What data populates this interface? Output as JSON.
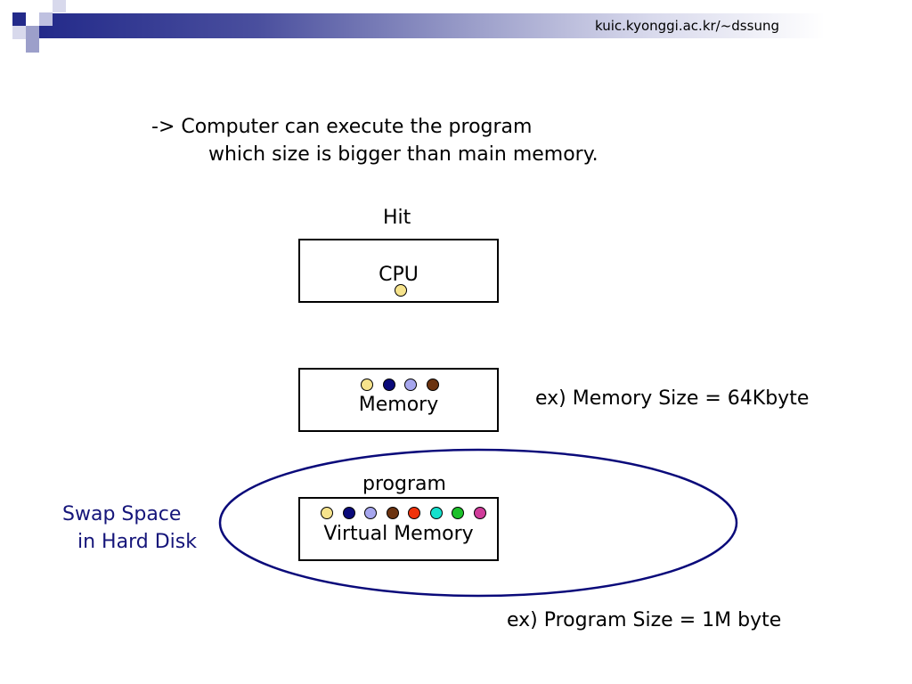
{
  "header": {
    "url": "kuic.kyonggi.ac.kr/~dssung"
  },
  "statement": {
    "line1": "-> Computer can execute the program",
    "line2": "which size is bigger than main memory."
  },
  "diagram": {
    "hit_label": "Hit",
    "cpu": {
      "label": "CPU",
      "dots": [
        "#f6e38c"
      ]
    },
    "memory": {
      "label": "Memory",
      "dots": [
        "#f6e38c",
        "#0a0a7a",
        "#a6a6ee",
        "#6b3310"
      ]
    },
    "program_label": "program",
    "virtual_memory": {
      "label": "Virtual Memory",
      "dots": [
        "#f6e38c",
        "#0a0a7a",
        "#a6a6ee",
        "#6b3310",
        "#f0320a",
        "#15e0cc",
        "#1cc02a",
        "#d03c9a"
      ]
    },
    "swap_space": {
      "line1": "Swap Space",
      "line2": "in Hard Disk"
    },
    "memory_example": "ex) Memory Size = 64Kbyte",
    "program_example": "ex) Program Size = 1M byte"
  },
  "colors": {
    "accent": "#232a8a",
    "swap_text": "#15157a",
    "ellipse": "#0a0a7a"
  }
}
